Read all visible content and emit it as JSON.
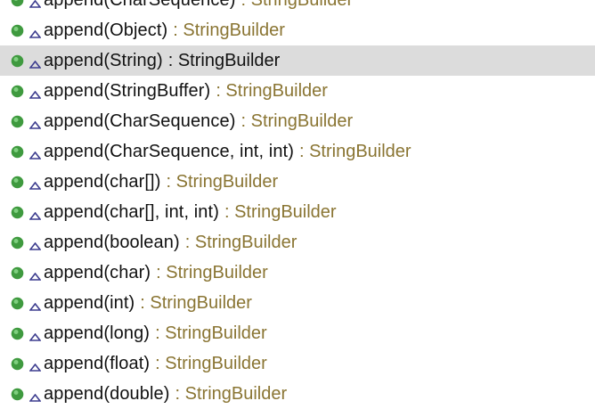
{
  "colors": {
    "public_method_icon": "#3f9a3f",
    "overlay_icon": "#3d3d8f",
    "return_type_text": "#8a7533",
    "selection_background": "#dcdcdc"
  },
  "methods": [
    {
      "signature": "append(CharSequence)",
      "return_type": ": StringBuilder",
      "selected": false
    },
    {
      "signature": "append(Object)",
      "return_type": ": StringBuilder",
      "selected": false
    },
    {
      "signature": "append(String)",
      "return_type": ": StringBuilder",
      "selected": true
    },
    {
      "signature": "append(StringBuffer)",
      "return_type": ": StringBuilder",
      "selected": false
    },
    {
      "signature": "append(CharSequence)",
      "return_type": ": StringBuilder",
      "selected": false
    },
    {
      "signature": "append(CharSequence, int, int)",
      "return_type": ": StringBuilder",
      "selected": false
    },
    {
      "signature": "append(char[])",
      "return_type": ": StringBuilder",
      "selected": false
    },
    {
      "signature": "append(char[], int, int)",
      "return_type": ": StringBuilder",
      "selected": false
    },
    {
      "signature": "append(boolean)",
      "return_type": ": StringBuilder",
      "selected": false
    },
    {
      "signature": "append(char)",
      "return_type": ": StringBuilder",
      "selected": false
    },
    {
      "signature": "append(int)",
      "return_type": ": StringBuilder",
      "selected": false
    },
    {
      "signature": "append(long)",
      "return_type": ": StringBuilder",
      "selected": false
    },
    {
      "signature": "append(float)",
      "return_type": ": StringBuilder",
      "selected": false
    },
    {
      "signature": "append(double)",
      "return_type": ": StringBuilder",
      "selected": false
    }
  ]
}
